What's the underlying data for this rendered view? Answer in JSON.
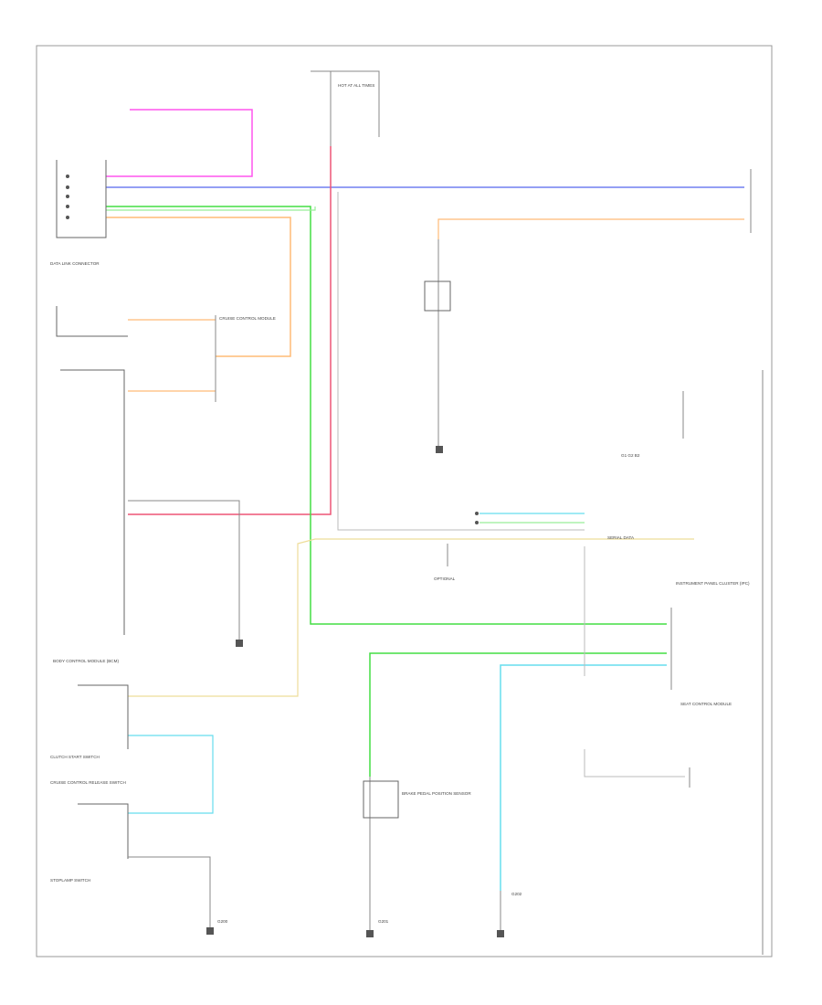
{
  "colors": {
    "pink": "#ff55ee",
    "blue": "#5566ee",
    "red": "#ee5577",
    "green": "#44dd44",
    "orange": "#ffbb77",
    "ltgreen": "#99ee99",
    "cyan": "#66ddee",
    "yellow": "#eedd99",
    "black": "#555555",
    "gray": "#bbbbbb"
  },
  "components": {
    "fuse_block_top": "HOT AT ALL TIMES",
    "cruise_module": "CRUISE CONTROL MODULE",
    "data_link": "DATA LINK CONNECTOR",
    "bcm": "BODY CONTROL MODULE (BCM)",
    "clutch_switch": "CLUTCH START SWITCH",
    "brake_switch_1": "CRUISE CONTROL RELEASE SWITCH",
    "brake_switch_2": "STOPLAMP SWITCH",
    "brake_pedal_switch": "BRAKE PEDAL POSITION SENSOR",
    "ground_1": "G200",
    "ground_2": "G201",
    "ground_3": "G202",
    "seat_control_module": "SEAT CONTROL MODULE",
    "instrument_cluster": "INSTRUMENT PANEL CLUSTER (IPC)",
    "optional": "OPTIONAL",
    "serial_data": "SERIAL DATA",
    "bottom_corner": "G1 G2 B2"
  }
}
